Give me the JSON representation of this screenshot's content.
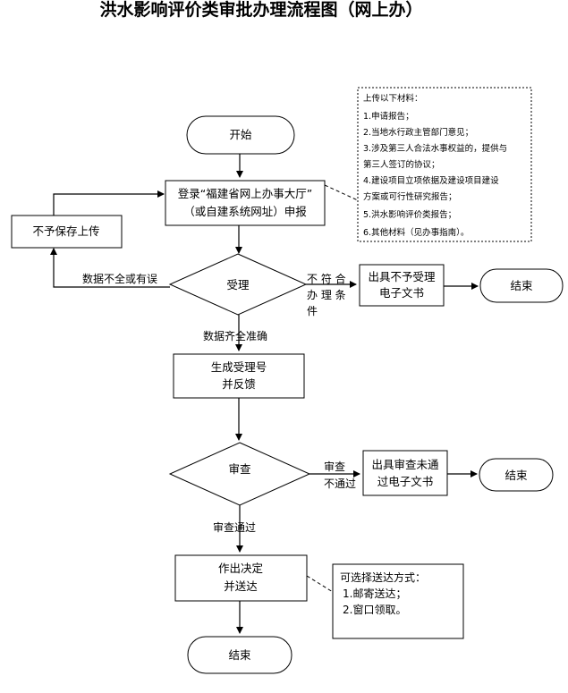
{
  "title": "洪水影响评价类审批办理流程图（网上办）",
  "nodes": {
    "start": "开始",
    "login_line1": "登录“福建省网上办事大厅”",
    "login_line2": "（或自建系统网址）申报",
    "no_save": "不予保存上传",
    "accept": "受理",
    "no_accept_doc_line1": "出具不予受理",
    "no_accept_doc_line2": "电子文书",
    "end1": "结束",
    "gen_line1": "生成受理号",
    "gen_line2": "并反馈",
    "review": "审查",
    "fail_doc_line1": "出具审查未通",
    "fail_doc_line2": "过电子文书",
    "end2": "结束",
    "decide_line1": "作出决定",
    "decide_line2": "并送达",
    "end3": "结束"
  },
  "edges": {
    "incomplete": "数据不全或有误",
    "not_meet_1": "不 符 合",
    "not_meet_2": "办 理 条",
    "not_meet_3": "件",
    "complete": "数据齐全准确",
    "review_fail_1": "审查",
    "review_fail_2": "不通过",
    "review_pass": "审查通过"
  },
  "materials_note": {
    "heading": "上传以下材料：",
    "items": [
      "1.申请报告；",
      "2.当地水行政主管部门意见；",
      "3.涉及第三人合法水事权益的，提供与",
      "第三人签订的协议；",
      "4.建设项目立项依据及建设项目建设",
      "方案或可行性研究报告；",
      "5.洪水影响评价类报告；",
      "6.其他材料（见办事指南）。"
    ]
  },
  "delivery_note": {
    "heading": "可选择送达方式：",
    "items": [
      "1.邮寄送达；",
      "2.窗口领取。"
    ]
  }
}
